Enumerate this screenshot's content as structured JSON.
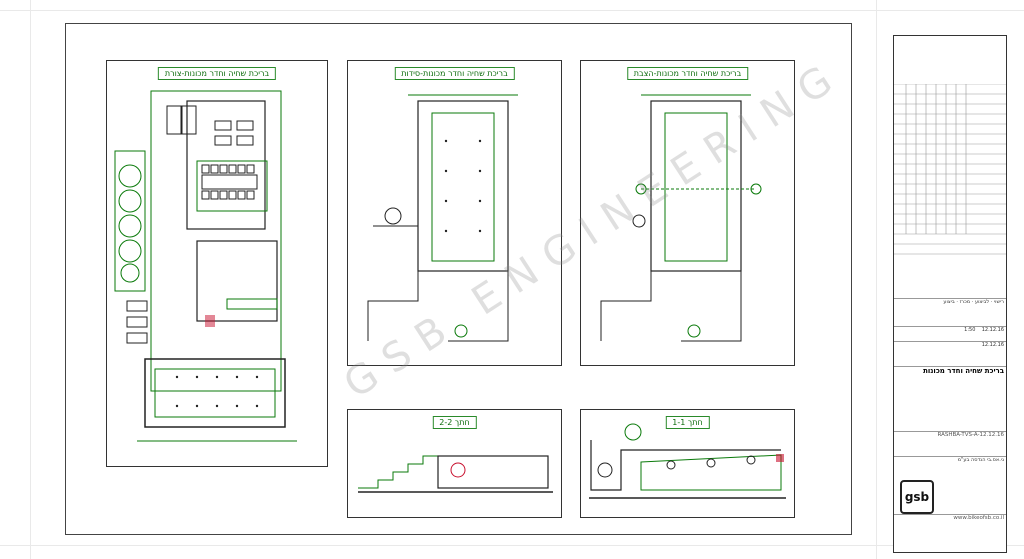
{
  "watermark": "GSB ENGINEERING",
  "panels": {
    "front_view": {
      "title": "בריכת שחיה וחדר מכונות-צורת"
    },
    "side_view": {
      "title": "בריכת שחיה וחדר מכונות-סידות"
    },
    "dimension_view": {
      "title": "בריכת שחיה וחדר מכונות-הצבת"
    },
    "section_2": {
      "title": "חתך 2-2"
    },
    "section_1": {
      "title": "חתך 1-1"
    }
  },
  "titleblock": {
    "date_1": "12.12.16",
    "scale": "1:50",
    "date_2": "12.12.16",
    "project_title": "בריכת שחיה וחדר מכונות",
    "file_code": "RASHBA-TVS-A-12.12.16",
    "company": "גי.אס.בי הנדסה בע\"מ",
    "logo_text": "gsb",
    "website": "www.bikeofsb.co.il",
    "status_labels": [
      "רישוי",
      "לביצוע",
      "מכרז",
      "ביצוע"
    ]
  },
  "colors": {
    "line": "#0a7a0a",
    "structure": "#222222",
    "accent": "#c8102e"
  }
}
